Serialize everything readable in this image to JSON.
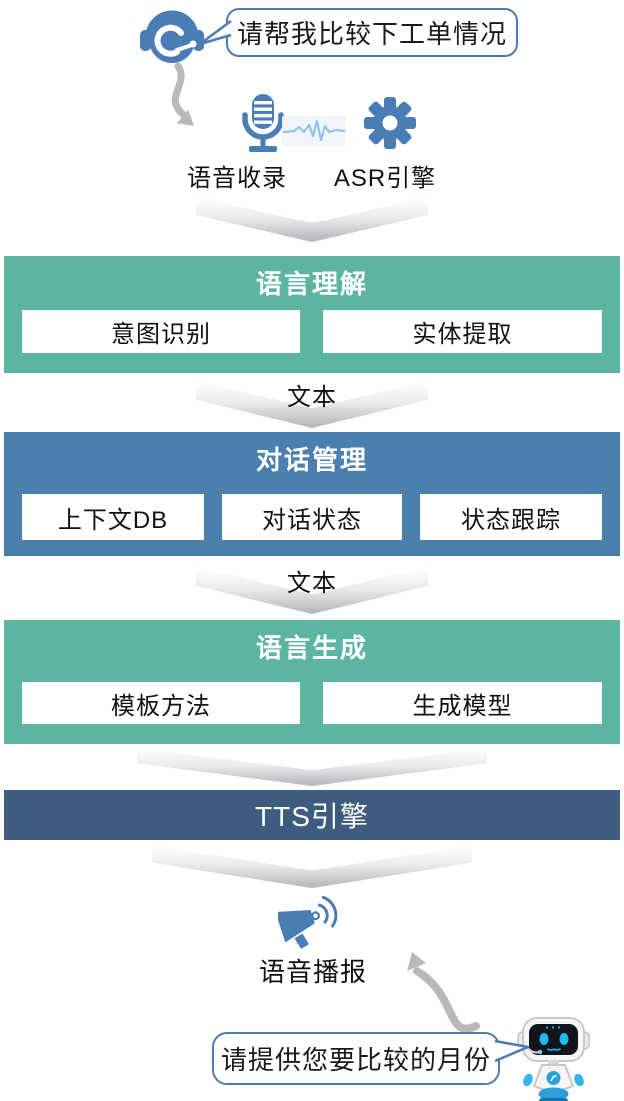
{
  "colors": {
    "teal": "#5CB5A2",
    "blue": "#4B7FAE",
    "navy": "#3D5C7F",
    "icon_blue": "#4A7CB5",
    "arrow_gray": "#B9B9B9",
    "bubble_border": "#4A7CB5"
  },
  "user": {
    "bubble_text": "请帮我比较下工单情况"
  },
  "asr_row": {
    "voice_capture": "语音收录",
    "asr_engine": "ASR引擎"
  },
  "nlu": {
    "title": "语言理解",
    "items": [
      "意图识别",
      "实体提取"
    ]
  },
  "dm": {
    "title": "对话管理",
    "items": [
      "上下文DB",
      "对话状态",
      "状态跟踪"
    ]
  },
  "nlg": {
    "title": "语言生成",
    "items": [
      "模板方法",
      "生成模型"
    ]
  },
  "tts": {
    "title": "TTS引擎"
  },
  "flow": {
    "label1": "文本",
    "label2": "文本"
  },
  "output": {
    "broadcast": "语音播报",
    "bot_bubble": "请提供您要比较的月份"
  },
  "icons": {
    "user_agent": "headset-operator",
    "capture": "microphone",
    "signal": "waveform",
    "asr": "gear",
    "flow": "chevron-down",
    "broadcast": "megaphone",
    "assistant": "robot"
  }
}
